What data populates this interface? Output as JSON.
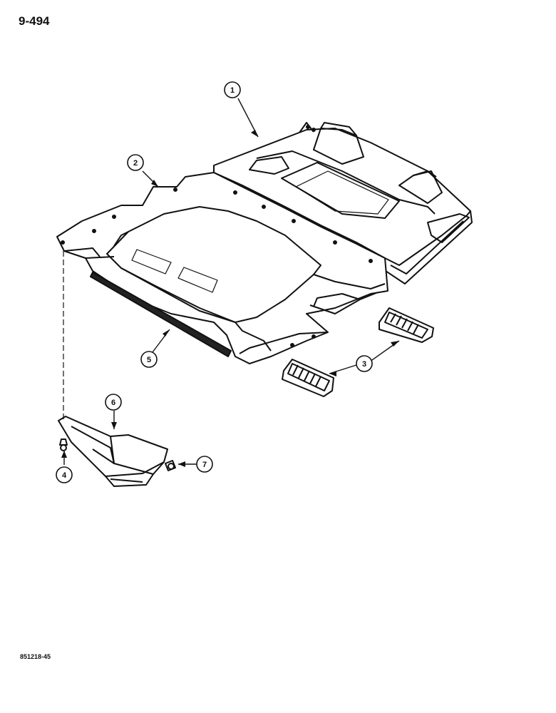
{
  "page": {
    "number": "9-494",
    "reference_code": "851218-45"
  },
  "callouts": [
    "1",
    "2",
    "3",
    "4",
    "5",
    "6",
    "7"
  ]
}
